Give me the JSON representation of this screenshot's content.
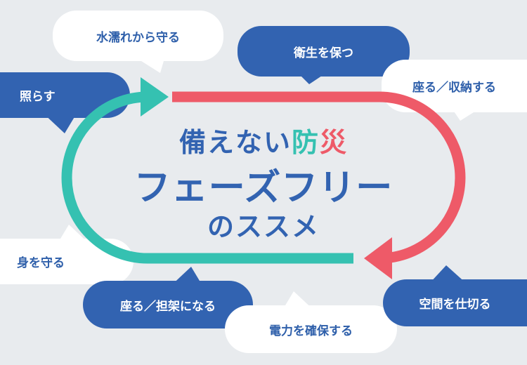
{
  "title": {
    "line1_prefix": "備えない",
    "line1_accent1": "防",
    "line1_accent2": "災",
    "line2": "フェーズフリー",
    "line3": "のススメ"
  },
  "bubbles": [
    {
      "label": "水濡れから守る",
      "style": "white"
    },
    {
      "label": "衛生を保つ",
      "style": "blue"
    },
    {
      "label": "照らす",
      "style": "blue"
    },
    {
      "label": "座る／収納する",
      "style": "white"
    },
    {
      "label": "身を守る",
      "style": "white"
    },
    {
      "label": "座る／担架になる",
      "style": "blue"
    },
    {
      "label": "電力を確保する",
      "style": "white"
    },
    {
      "label": "空間を仕切る",
      "style": "blue"
    }
  ],
  "colors": {
    "background": "#e8ebee",
    "blue": "#3263b1",
    "teal": "#35c1b1",
    "red": "#ee5a68",
    "white": "#ffffff"
  }
}
